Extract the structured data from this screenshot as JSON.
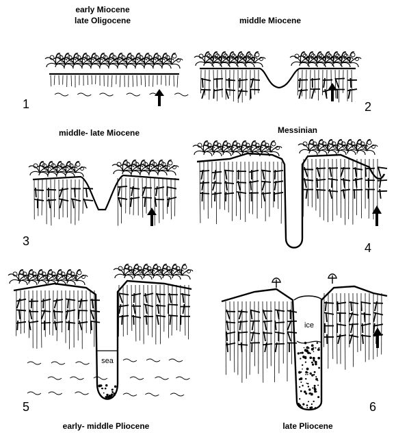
{
  "panels": [
    {
      "number": "1",
      "labels": [
        "early Miocene",
        "late Oligocene"
      ],
      "inner_label": "",
      "uplift_arrow": true
    },
    {
      "number": "2",
      "labels": [
        "middle Miocene"
      ],
      "inner_label": "",
      "uplift_arrow": true
    },
    {
      "number": "3",
      "labels": [
        "middle- late Miocene"
      ],
      "inner_label": "",
      "uplift_arrow": true
    },
    {
      "number": "4",
      "labels": [
        "Messinian"
      ],
      "inner_label": "",
      "uplift_arrow": true
    },
    {
      "number": "5",
      "labels": [
        "early- middle Pliocene"
      ],
      "inner_label": "sea",
      "uplift_arrow": false
    },
    {
      "number": "6",
      "labels": [
        "late Pliocene"
      ],
      "inner_label": "ice",
      "uplift_arrow": true
    }
  ],
  "colors": {
    "ink": "#000000",
    "background": "#ffffff",
    "fill_light": "#f2f2f2"
  }
}
